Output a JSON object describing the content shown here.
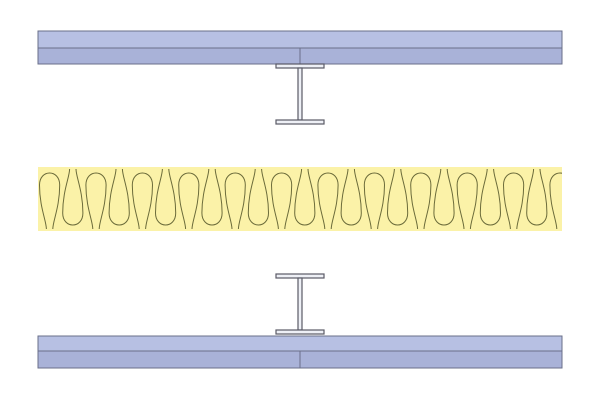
{
  "diagram": {
    "type": "wall-section-exploded",
    "components": [
      {
        "id": "top-board",
        "kind": "plasterboard",
        "layers": 2,
        "joint": "center"
      },
      {
        "id": "top-stud",
        "kind": "i-stud",
        "orientation": "flanges-horizontal"
      },
      {
        "id": "insulation",
        "kind": "mineral-wool",
        "pattern": "loops"
      },
      {
        "id": "bottom-stud",
        "kind": "i-stud",
        "orientation": "flanges-horizontal"
      },
      {
        "id": "bottom-board",
        "kind": "plasterboard",
        "layers": 2,
        "joint": "center"
      }
    ],
    "colors": {
      "board_face": "#b7c0e3",
      "board_face_dark": "#a9b2d8",
      "board_edge": "#6a6f8a",
      "stud_fill": "#eef0f6",
      "stud_stroke": "#5a5a66",
      "insulation_fill": "#fbf2a8",
      "insulation_stroke": "#6b6b3a",
      "background": "#ffffff"
    }
  }
}
